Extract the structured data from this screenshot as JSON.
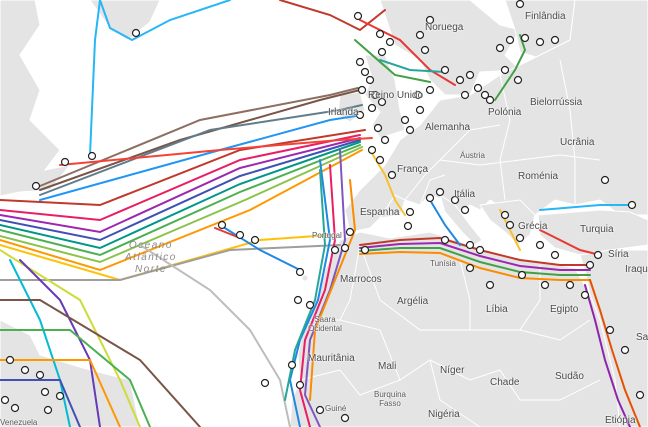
{
  "map": {
    "colors": {
      "ocean": "#ffffff",
      "land": "#e4e4e4",
      "border": "#ffffff",
      "marker_fill": "#ffffff",
      "marker_stroke": "#222222"
    },
    "ocean_label": {
      "line1": "Oceano",
      "line2": "Atlântico",
      "line3": "Norte"
    },
    "labels": {
      "noruega": "Noruega",
      "finlandia": "Finlândia",
      "bielorussia": "Bielorrússia",
      "polonia": "Polónia",
      "alemanha": "Alemanha",
      "reino_unido": "Reino Unido",
      "irlanda": "Irlanda",
      "ucrania": "Ucrânia",
      "austria": "Áustria",
      "franca": "França",
      "italia": "Itália",
      "romenia": "Roménia",
      "espanha": "Espanha",
      "portugal": "Portugal",
      "grecia": "Grécia",
      "turquia": "Turquia",
      "siria": "Síria",
      "iraque": "Iraque",
      "tunisia": "Tunísia",
      "marrocos": "Marrocos",
      "argelia": "Argélia",
      "libia": "Líbia",
      "egipto": "Egipto",
      "saara_ocidental": "Saara Ocidental",
      "mauritania": "Mauritânia",
      "mali": "Mali",
      "niger": "Níger",
      "chade": "Chade",
      "sudao": "Sudão",
      "burquina_fasso": "Burquina Fasso",
      "nigeria": "Nigéria",
      "guine": "Guiné",
      "etiopia": "Etiópia",
      "venezuela": "Venezuela",
      "sa": "Sa"
    }
  }
}
